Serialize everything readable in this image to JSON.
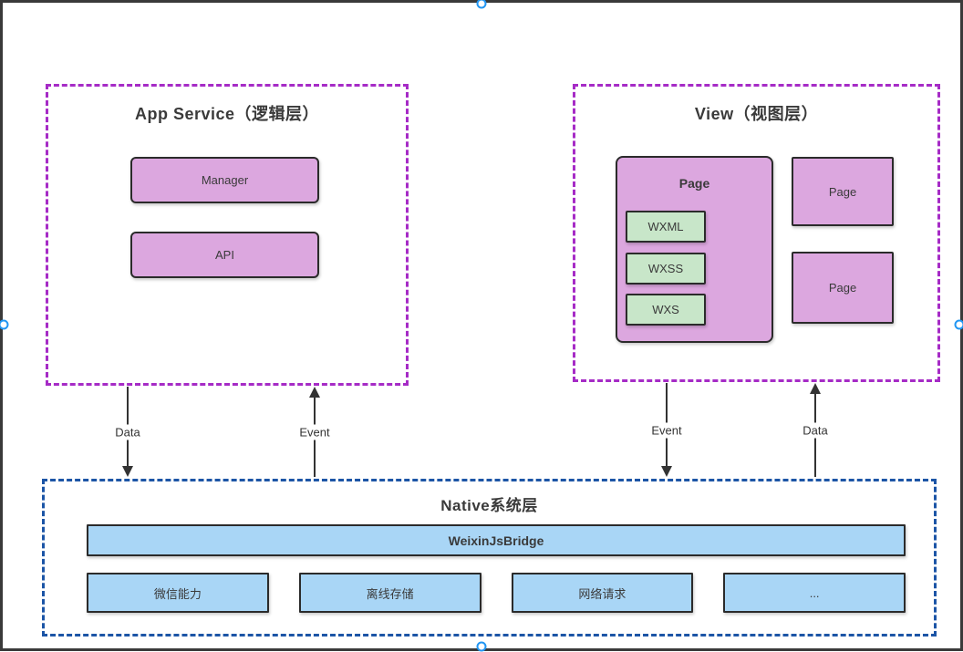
{
  "diagram": {
    "app_service": {
      "title": "App Service（逻辑层）",
      "manager_label": "Manager",
      "api_label": "API"
    },
    "view": {
      "title": "View（视图层）",
      "page_main": {
        "label": "Page",
        "children": [
          "WXML",
          "WXSS",
          "WXS"
        ]
      },
      "pages": [
        "Page",
        "Page"
      ]
    },
    "native": {
      "title": "Native系统层",
      "bridge_label": "WeixinJsBridge",
      "modules": [
        "微信能力",
        "离线存储",
        "网络请求",
        "..."
      ]
    },
    "arrows": [
      {
        "id": "data-left",
        "label": "Data",
        "direction": "down"
      },
      {
        "id": "event-left",
        "label": "Event",
        "direction": "up"
      },
      {
        "id": "event-right",
        "label": "Event",
        "direction": "down"
      },
      {
        "id": "data-right",
        "label": "Data",
        "direction": "up"
      }
    ],
    "colors": {
      "logic_view_border": "#a62bc6",
      "native_border": "#1c55a6",
      "page_fill": "#dca7df",
      "component_fill": "#c8e6c9",
      "native_fill": "#a9d6f6",
      "node_border": "#2b2b2b",
      "frame": "#3a3a3a",
      "selection_handle": "#2196f3",
      "text": "#3a3a3a"
    }
  }
}
